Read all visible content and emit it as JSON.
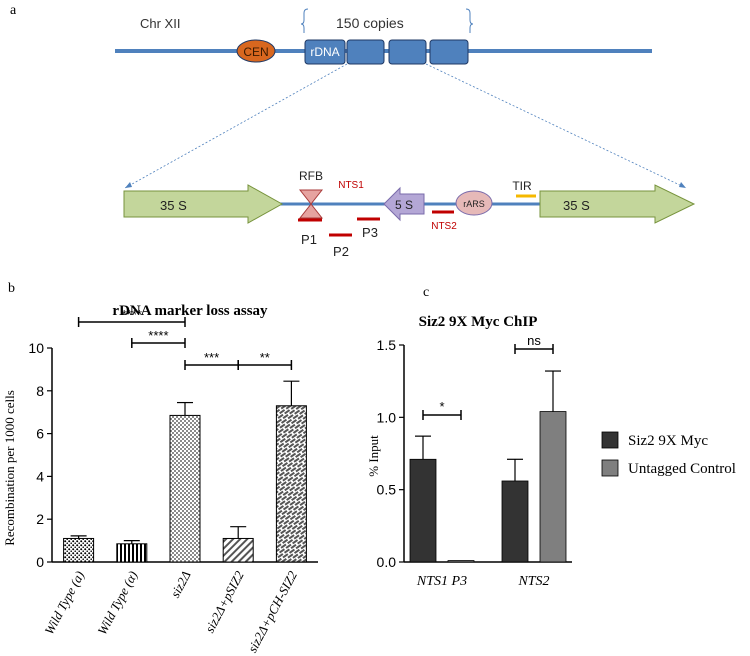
{
  "colors": {
    "chromosome": "#4f81bd",
    "cen_fill": "#d8671f",
    "rdna_fill": "#4f81bd",
    "rdna_stroke": "#1f3864",
    "gene_fill": "#c3d69b",
    "gene_stroke": "#77933c",
    "rfb_fill": "#e6a3a0",
    "rfb_stroke": "#a93b3b",
    "s5_fill": "#b4a7d6",
    "s5_stroke": "#7a6bab",
    "rars_fill": "#e6b9b8",
    "red_label": "#c00000",
    "tir_color": "#f5b800",
    "dark_bar": "#333333",
    "grey_bar": "#7f7f7f"
  },
  "panel_a": {
    "label": "a",
    "chr_label": "Chr XII",
    "copies_label": "150 copies",
    "cen_label": "CEN",
    "rdna_label": "rDNA",
    "rfb_label": "RFB",
    "nts1_label": "NTS1",
    "nts2_label": "NTS2",
    "tir_label": "TIR",
    "s35_left": "35 S",
    "s35_right": "35 S",
    "s5_label": "5 S",
    "rars_label": "rARS",
    "probes": [
      "P1",
      "P2",
      "P3"
    ]
  },
  "panel_b": {
    "label": "b",
    "chart_data": {
      "type": "bar",
      "title": "rDNA marker loss assay",
      "ylabel": "Recombination per 1000 cells",
      "ylim": [
        0,
        10
      ],
      "yticks": [
        "0",
        "2",
        "4",
        "6",
        "8",
        "10"
      ],
      "categories": [
        "Wild Type (a)",
        "Wild Type (α)",
        "siz2Δ",
        "siz2Δ+pSIZ2",
        "siz2Δ+pCH-SIZ2"
      ],
      "values": [
        1.1,
        0.85,
        6.85,
        1.1,
        7.3
      ],
      "errors": [
        0.12,
        0.15,
        0.6,
        0.55,
        1.15
      ],
      "patterns": [
        "dots",
        "vertical",
        "checker",
        "diagonal",
        "brick"
      ],
      "significance": [
        {
          "from": 0,
          "to": 2,
          "label": "****"
        },
        {
          "from": 1,
          "to": 2,
          "label": "****"
        },
        {
          "from": 2,
          "to": 3,
          "label": "***"
        },
        {
          "from": 3,
          "to": 4,
          "label": "**"
        }
      ]
    }
  },
  "panel_c": {
    "label": "c",
    "chart_data": {
      "type": "bar",
      "title": "Siz2 9X Myc ChIP",
      "ylabel": "% Input",
      "ylim": [
        0,
        1.5
      ],
      "yticks": [
        "0.0",
        "0.5",
        "1.0",
        "1.5"
      ],
      "categories": [
        "NTS1 P3",
        "NTS2"
      ],
      "series": [
        {
          "name": "Siz2 9X Myc",
          "values": [
            0.71,
            0.56
          ],
          "errors": [
            0.16,
            0.15
          ]
        },
        {
          "name": "Untagged Control",
          "values": [
            0.01,
            1.04
          ],
          "errors": [
            0.0,
            0.28
          ]
        }
      ],
      "significance": [
        {
          "category": 0,
          "label": "*"
        },
        {
          "category": 1,
          "label": "ns"
        }
      ],
      "legend": "right"
    }
  }
}
